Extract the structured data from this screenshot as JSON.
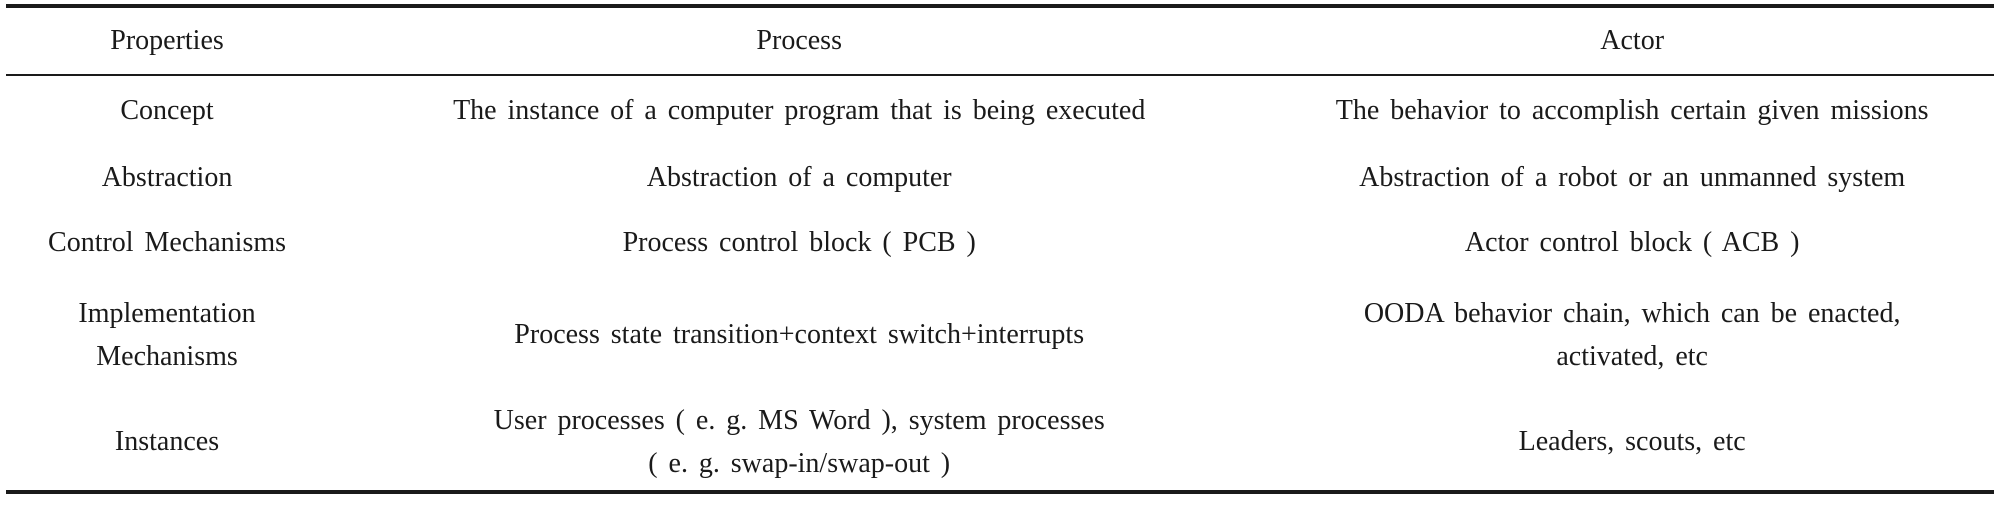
{
  "table": {
    "columns": {
      "properties": "Properties",
      "process": "Process",
      "actor": "Actor"
    },
    "rows": [
      {
        "property": "Concept",
        "process": "The instance of a computer program that is being executed",
        "actor": "The behavior to accomplish certain given missions"
      },
      {
        "property": "Abstraction",
        "process": "Abstraction of a computer",
        "actor": "Abstraction of a robot or an unmanned system"
      },
      {
        "property": "Control Mechanisms",
        "process": "Process control block ( PCB )",
        "actor": "Actor control block ( ACB )"
      },
      {
        "property": "Implementation\nMechanisms",
        "process": "Process state transition+context switch+interrupts",
        "actor": "OODA behavior chain, which can be enacted,\nactivated, etc"
      },
      {
        "property": "Instances",
        "process": "User processes ( e. g.  MS Word ), system processes\n( e. g.  swap-in/swap-out )",
        "actor": "Leaders, scouts, etc"
      }
    ]
  },
  "colors": {
    "rule": "#1a1a1a",
    "text": "#1a1a1a",
    "background": "#ffffff"
  }
}
